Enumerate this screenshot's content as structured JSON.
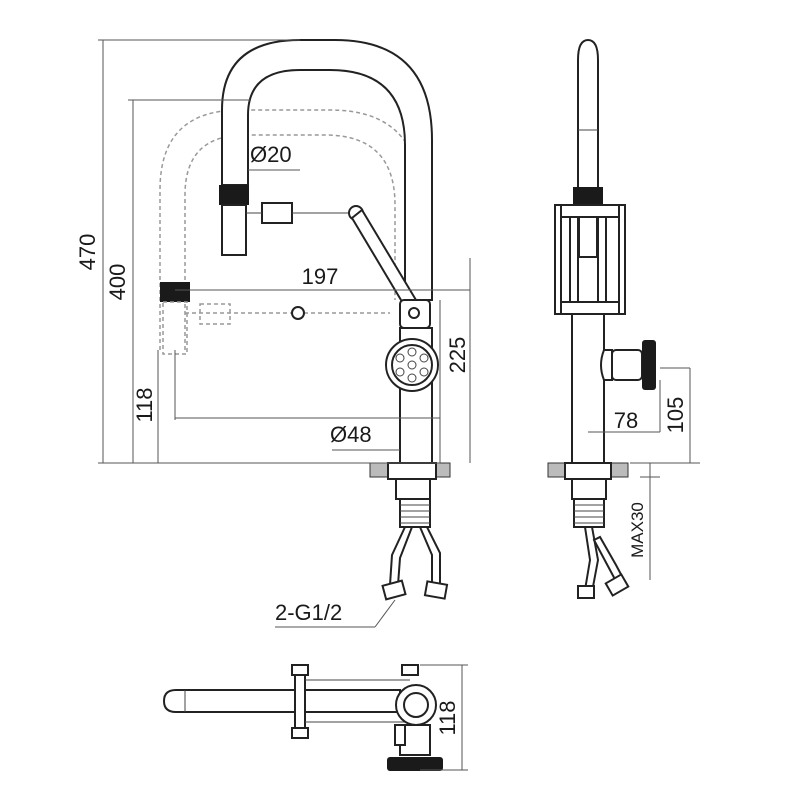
{
  "dimensions": {
    "height_total": "470",
    "height_spout": "400",
    "height_base": "118",
    "reach": "197",
    "spout_diameter": "Ø20",
    "base_diameter": "Ø48",
    "height_body": "225",
    "side_depth": "78",
    "side_height": "105",
    "max_thickness": "MAX30",
    "hose_connection": "2-G1/2",
    "top_width": "118"
  }
}
